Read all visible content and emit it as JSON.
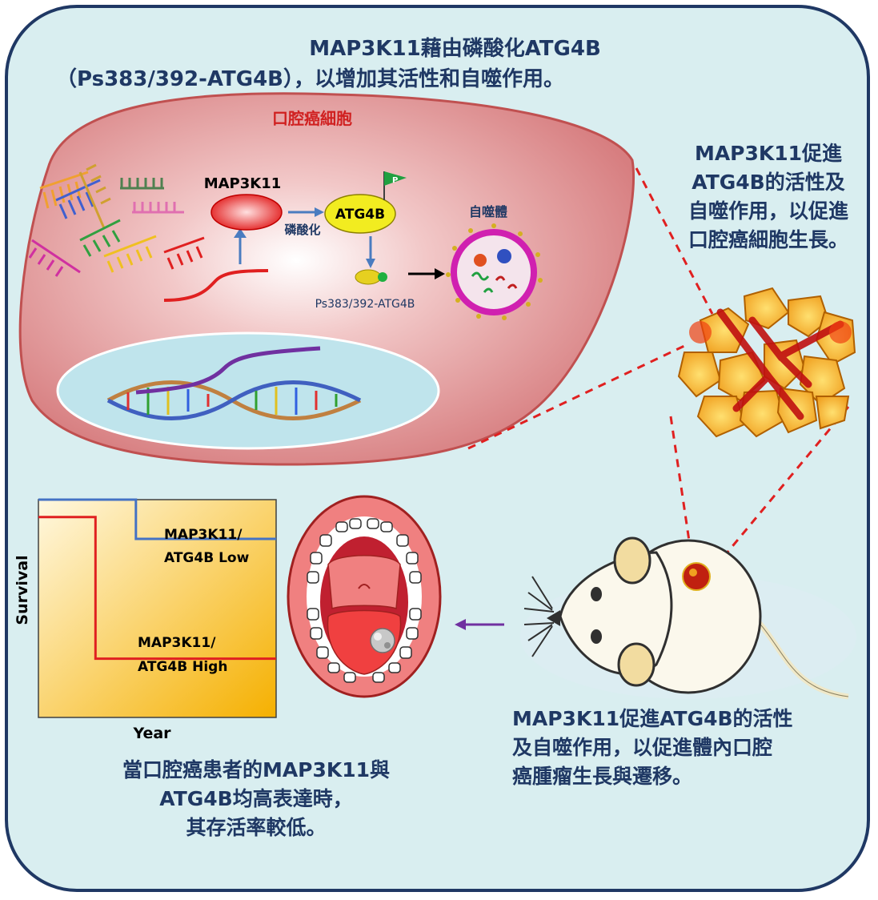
{
  "header": {
    "line1": "MAP3K11藉由磷酸化ATG4B",
    "line2": "（Ps383/392-ATG4B），以增加其活性和自噬作用。"
  },
  "cell": {
    "title": "口腔癌細胞",
    "map3k11_label": "MAP3K11",
    "atg4b_label": "ATG4B",
    "p_flag": "P",
    "phosph_label": "磷酸化",
    "ps_label": "Ps383/392-ATG4B",
    "autophagosome_label": "自噬體"
  },
  "right_top_text": [
    "MAP3K11促進",
    "ATG4B的活性及",
    "自噬作用，以促進",
    "口腔癌細胞生長。"
  ],
  "right_bottom_text": [
    "MAP3K11促進ATG4B的活性",
    "及自噬作用，以促進體內口腔",
    "癌腫瘤生長與遷移。"
  ],
  "bottom_left_text": [
    "當口腔癌患者的MAP3K11與",
    "ATG4B均高表達時，",
    "其存活率較低。"
  ],
  "chart_data": {
    "type": "line",
    "title": "",
    "xlabel": "Year",
    "ylabel": "Survival",
    "series": [
      {
        "name": "MAP3K11/ ATG4B Low",
        "color": "#4472c4",
        "steps": [
          [
            0,
            1.0
          ],
          [
            0.41,
            1.0
          ],
          [
            0.41,
            0.82
          ],
          [
            1.0,
            0.82
          ]
        ]
      },
      {
        "name": "MAP3K11/ ATG4B High",
        "color": "#e02020",
        "steps": [
          [
            0,
            0.92
          ],
          [
            0.24,
            0.92
          ],
          [
            0.24,
            0.27
          ],
          [
            1.0,
            0.27
          ]
        ]
      }
    ],
    "legend_low_line1": "MAP3K11/",
    "legend_low_line2": "ATG4B Low",
    "legend_high_line1": "MAP3K11/",
    "legend_high_line2": "ATG4B High",
    "grid": false
  },
  "colors": {
    "frame": "#1f3864",
    "background": "#d9eef0",
    "cell": "#e8a0a0",
    "text": "#1f3864",
    "cell_title": "#d02020"
  }
}
